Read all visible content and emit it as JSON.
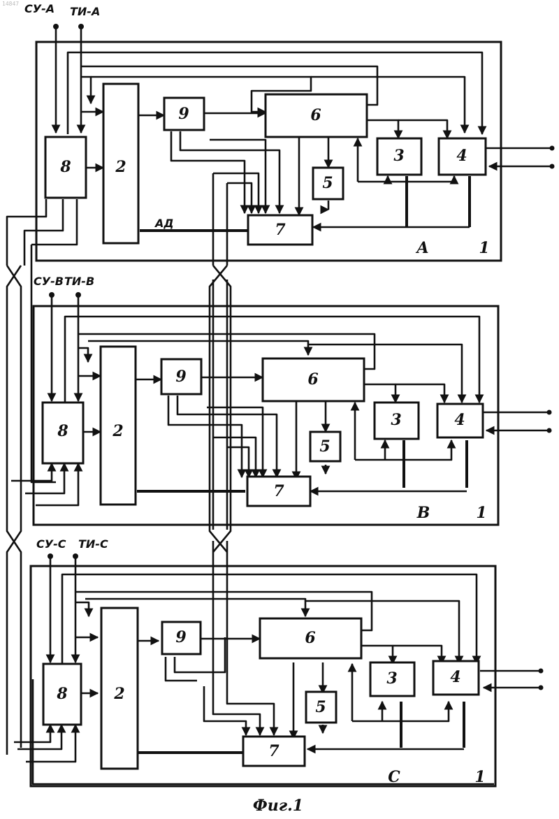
{
  "corner_code": "14847",
  "caption": "Фиг.1",
  "bus_label": "АД",
  "module_ref": "1",
  "units": [
    {
      "name": "A",
      "inputs": [
        "СУ-А",
        "ТИ-А"
      ],
      "blocks": {
        "b2": "2",
        "b3": "3",
        "b4": "4",
        "b5": "5",
        "b6": "6",
        "b7": "7",
        "b8": "8",
        "b9": "9"
      }
    },
    {
      "name": "B",
      "inputs": [
        "СУ-В",
        "ТИ-В"
      ],
      "blocks": {
        "b2": "2",
        "b3": "3",
        "b4": "4",
        "b5": "5",
        "b6": "6",
        "b7": "7",
        "b8": "8",
        "b9": "9"
      }
    },
    {
      "name": "C",
      "inputs": [
        "СУ-С",
        "ТИ-С"
      ],
      "blocks": {
        "b2": "2",
        "b3": "3",
        "b4": "4",
        "b5": "5",
        "b6": "6",
        "b7": "7",
        "b8": "8",
        "b9": "9"
      }
    }
  ]
}
